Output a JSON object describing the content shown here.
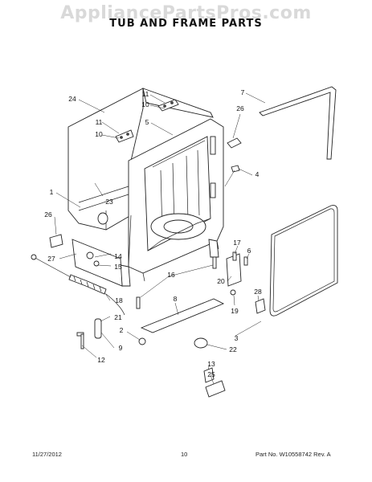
{
  "header": {
    "watermark": "AppliancePartsPros.com",
    "title": "TUB AND FRAME PARTS"
  },
  "footer": {
    "date": "11/27/2012",
    "page": "10",
    "part_info": "Part No. W10558742  Rev. A"
  },
  "callouts": [
    "24",
    "11",
    "10",
    "11",
    "10",
    "5",
    "7",
    "26",
    "4",
    "1",
    "23",
    "26",
    "27",
    "14",
    "15",
    "16",
    "17",
    "6",
    "20",
    "19",
    "28",
    "18",
    "21",
    "8",
    "2",
    "9",
    "12",
    "3",
    "22",
    "13",
    "25"
  ]
}
